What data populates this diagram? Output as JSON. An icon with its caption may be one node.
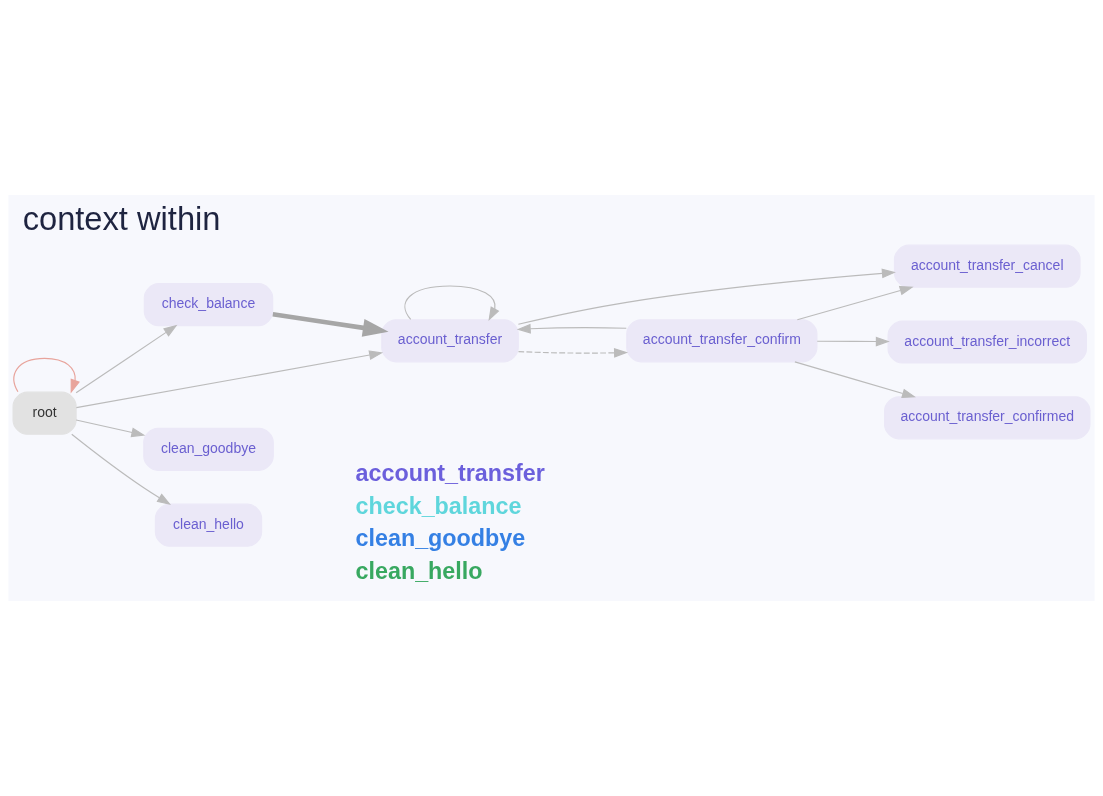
{
  "diagram": {
    "title": "context within",
    "nodes": [
      {
        "text": [
          "root"
        ]
      },
      {
        "text": [
          "check_balance"
        ]
      },
      {
        "text": [
          "account_transfer"
        ]
      },
      {
        "text": [
          "account_transfer_cancel"
        ]
      },
      {
        "text": [
          "account_transfer_confirm"
        ]
      },
      {
        "text": [
          "account_transfer_incorrect"
        ]
      },
      {
        "text": [
          "account_transfer_confirmed"
        ]
      },
      {
        "text": [
          "clean_goodbye"
        ]
      },
      {
        "text": [
          "clean_hello"
        ]
      }
    ],
    "edges": [
      {
        "from": 0,
        "to": 0,
        "arrow": "to",
        "color": "#e8a49c"
      },
      {
        "from": 0,
        "to": 1,
        "arrow": "to"
      },
      {
        "from": 0,
        "to": 2,
        "arrow": "to"
      },
      {
        "from": 0,
        "to": 7,
        "arrow": "to"
      },
      {
        "from": 0,
        "to": 8,
        "arrow": "to"
      },
      {
        "from": 1,
        "to": 2,
        "arrow": "to",
        "style": "thick",
        "color": "#a6a6a6"
      },
      {
        "from": 2,
        "to": 2,
        "arrow": "to"
      },
      {
        "from": 2,
        "to": 3,
        "arrow": "to"
      },
      {
        "from": 2,
        "to": 4,
        "arrow": "to",
        "style": "dashed"
      },
      {
        "from": 4,
        "to": 2,
        "arrow": "to"
      },
      {
        "from": 4,
        "to": 3,
        "arrow": "to"
      },
      {
        "from": 4,
        "to": 5,
        "arrow": "to"
      },
      {
        "from": 4,
        "to": 6,
        "arrow": "to"
      }
    ],
    "legend": [
      {
        "text": "account_transfer",
        "color": "#6b5fdc"
      },
      {
        "text": "check_balance",
        "color": "#5fd6dc"
      },
      {
        "text": "clean_goodbye",
        "color": "#3580e4"
      },
      {
        "text": "clean_hello",
        "color": "#38a860"
      }
    ]
  }
}
